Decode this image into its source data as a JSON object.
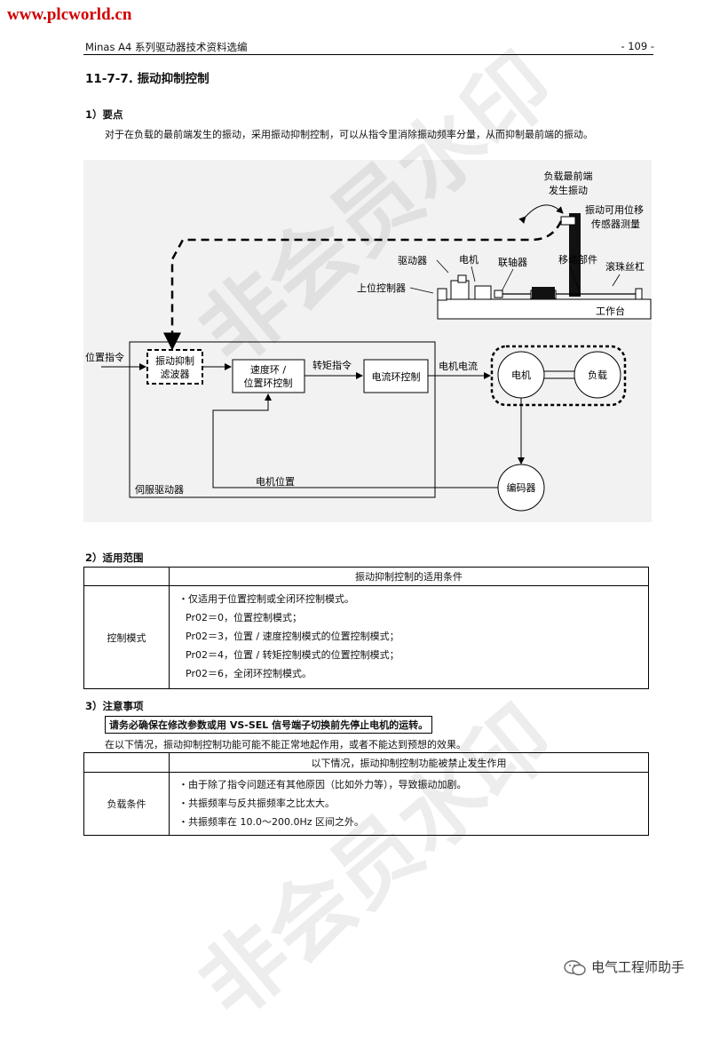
{
  "site": "www.plcworld.cn",
  "header": {
    "doc_title": "Minas A4 系列驱动器技术资料选编",
    "page_number": "- 109 -"
  },
  "section_title": "11-7-7.  振动抑制控制",
  "s1": {
    "heading": "1）要点",
    "text": "对于在负载的最前端发生的振动，采用振动抑制控制，可以从指令里消除振动频率分量，从而抑制最前端的振动。"
  },
  "diagram": {
    "vib_label_1": "负载最前端",
    "vib_label_2": "发生振动",
    "sensor_label_1": "振动可用位移",
    "sensor_label_2": "传感器测量",
    "driver": "驱动器",
    "motor_top": "电机",
    "coupling": "联轴器",
    "moving_part": "移动部件",
    "ballscrew": "滚珠丝杠",
    "host": "上位控制器",
    "table": "工作台",
    "position_cmd": "位置指令",
    "filter_1": "振动抑制",
    "filter_2": "滤波器",
    "loop_1": "速度环 /",
    "loop_2": "位置环控制",
    "torque_cmd": "转矩指令",
    "current_loop": "电流环控制",
    "motor_current": "电机电流",
    "motor": "电机",
    "load": "负载",
    "encoder": "编码器",
    "motor_pos": "电机位置",
    "servo_driver": "伺服驱动器"
  },
  "s2": {
    "heading": "2）适用范围",
    "table_header": "振动抑制控制的适用条件",
    "row_label": "控制模式",
    "lines": [
      "・仅适用于位置控制或全闭环控制模式。",
      "Pr02＝0，位置控制模式；",
      "Pr02＝3，位置 / 速度控制模式的位置控制模式；",
      "Pr02＝4，位置 / 转矩控制模式的位置控制模式；",
      "Pr02＝6，全闭环控制模式。"
    ]
  },
  "s3": {
    "heading": "3）注意事项",
    "warning": "请务必确保在修改参数或用 VS-SEL 信号端子切换前先停止电机的运转。",
    "intro": "在以下情况，振动抑制控制功能可能不能正常地起作用，或者不能达到预想的效果。",
    "table_header": "以下情况，振动抑制控制功能被禁止发生作用",
    "row_label": "负载条件",
    "lines": [
      "・由于除了指令问题还有其他原因（比如外力等），导致振动加剧。",
      "・共振频率与反共振频率之比太大。",
      "・共振频率在 10.0～200.0Hz 区间之外。"
    ]
  },
  "watermark": "非会员水印",
  "footer_brand": "电气工程师助手"
}
